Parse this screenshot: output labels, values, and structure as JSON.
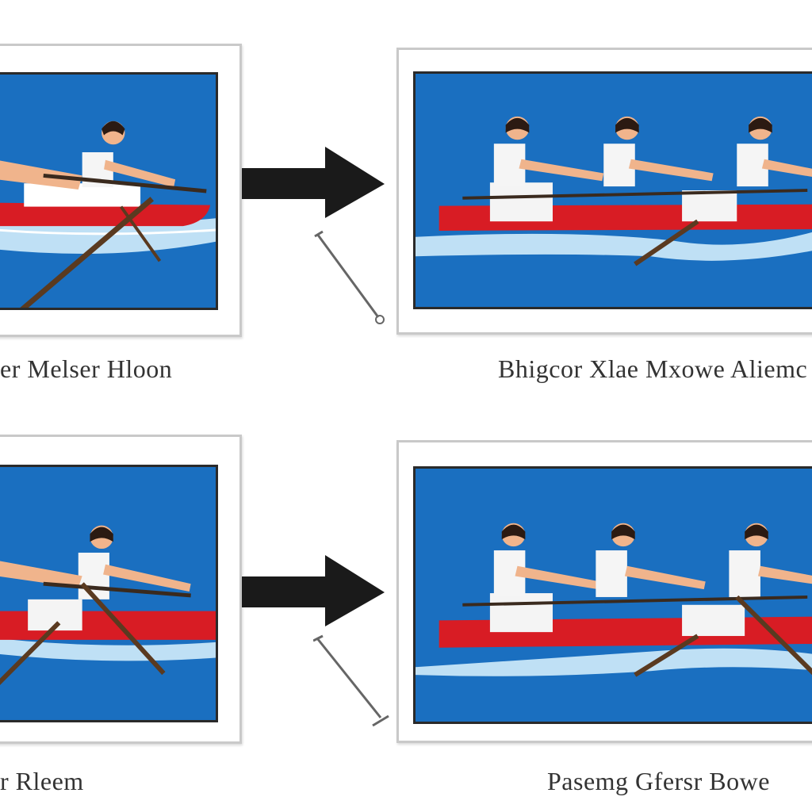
{
  "colors": {
    "water": "#1a6fc0",
    "hull": "#d81c24",
    "wake": "#bfe0f5",
    "frame_border": "#c9c9c9",
    "arrow": "#1a1a1a",
    "caption": "#333333"
  },
  "panels": [
    {
      "id": "top-left",
      "caption": "er Melser Hloon",
      "rowers": 1
    },
    {
      "id": "top-right",
      "caption": "Bhigcor Xlae Mxowe Aliemc",
      "rowers": 3
    },
    {
      "id": "bottom-left",
      "caption": "r Rleem",
      "rowers": 1
    },
    {
      "id": "bottom-right",
      "caption": "Pasemg Gfersr Bowe",
      "rowers": 3
    }
  ],
  "arrows": [
    {
      "from": "top-left",
      "to": "top-right",
      "icon": "right-arrow-icon"
    },
    {
      "from": "bottom-left",
      "to": "bottom-right",
      "icon": "right-arrow-icon"
    }
  ]
}
